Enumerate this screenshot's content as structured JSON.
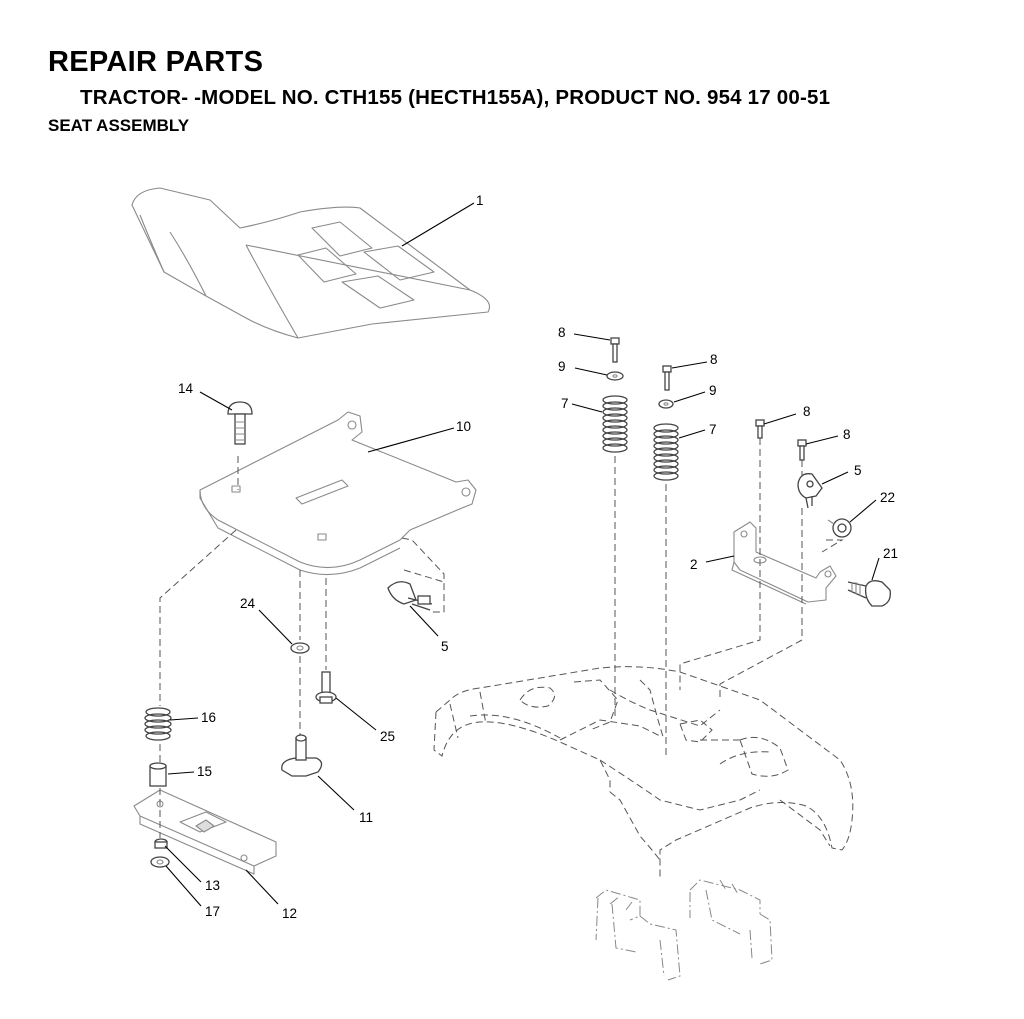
{
  "header": {
    "title": "REPAIR PARTS",
    "subtitle": "TRACTOR- -MODEL NO. CTH155 (HECTH155A), PRODUCT NO. 954 17 00-51",
    "section": "SEAT ASSEMBLY"
  },
  "callouts": {
    "p1": "1",
    "p2": "2",
    "p5a": "5",
    "p5b": "5",
    "p7a": "7",
    "p7b": "7",
    "p8a": "8",
    "p8b": "8",
    "p8c": "8",
    "p8d": "8",
    "p9a": "9",
    "p9b": "9",
    "p10": "10",
    "p11": "11",
    "p12": "12",
    "p13": "13",
    "p14": "14",
    "p15": "15",
    "p16": "16",
    "p17": "17",
    "p21": "21",
    "p22": "22",
    "p24": "24",
    "p25": "25"
  }
}
